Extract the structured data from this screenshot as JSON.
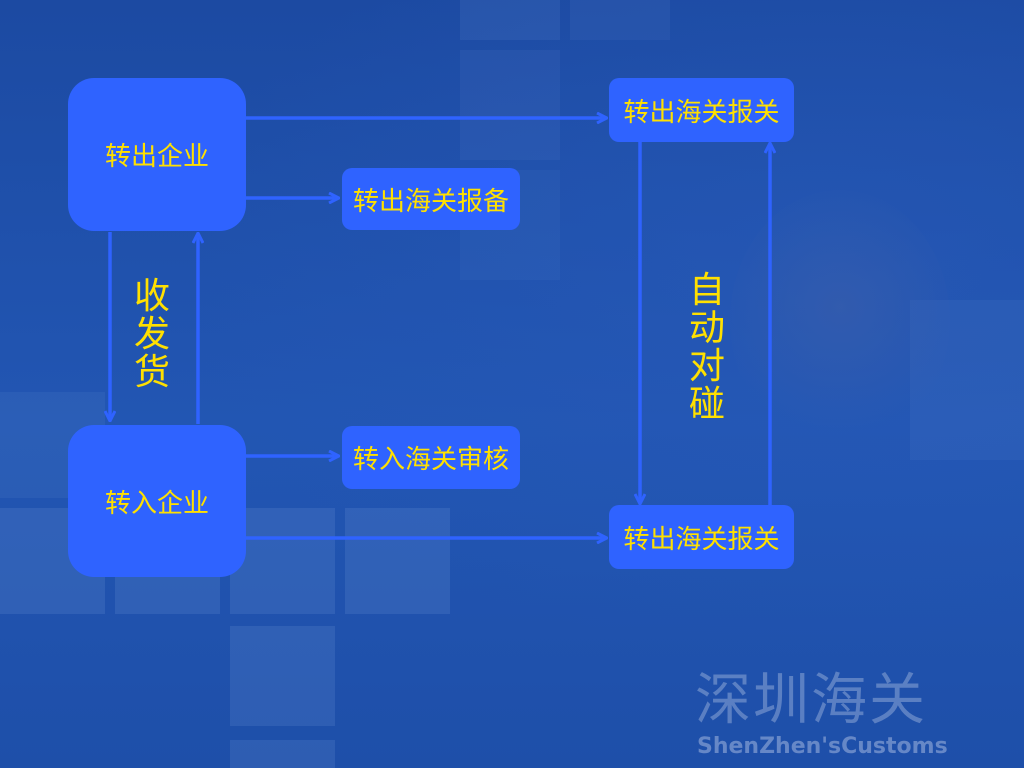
{
  "colors": {
    "background": "#1f4fa8",
    "box_fill": "#2f63ff",
    "text": "#ffe000",
    "arrow": "#2f63ff"
  },
  "nodes": {
    "out_company": "转出企业",
    "in_company": "转入企业",
    "out_customs_filing": "转出海关报备",
    "in_customs_review": "转入海关审核",
    "out_customs_declare_top": "转出海关报关",
    "out_customs_declare_bottom": "转出海关报关"
  },
  "labels": {
    "shipping": "收发货",
    "auto_match": "自动对碰"
  },
  "watermark": {
    "cn": "深圳海关",
    "en": "ShenZhen'sCustoms"
  }
}
